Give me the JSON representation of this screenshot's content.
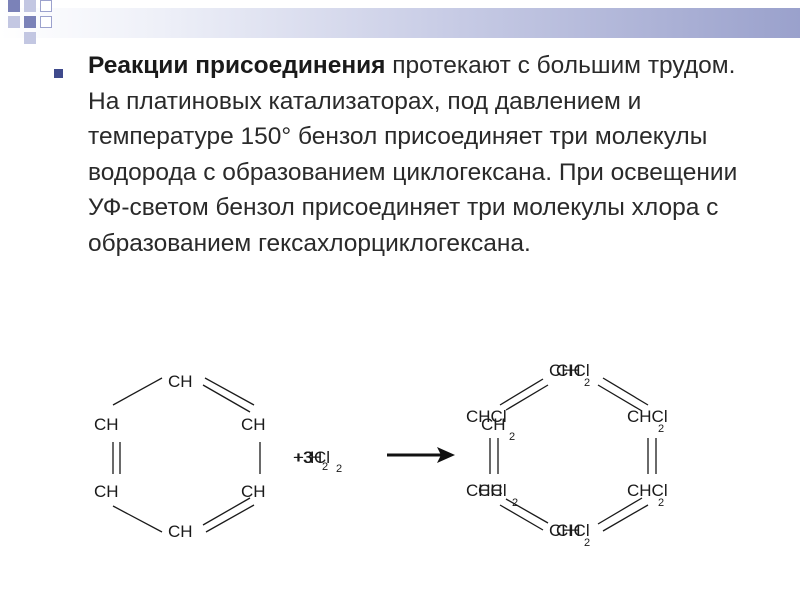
{
  "slide": {
    "bold_lead": "Реакции присоединения",
    "body_text": " протекают с большим трудом. На платиновых катализаторах, под давлением и температуре 150° бензол присоединяет три молекулы водорода с образованием циклогексана. При освещении УФ-светом бензол присоединяет три молекулы хлора с образованием гексахлорциклогексана."
  },
  "reaction": {
    "benzene": {
      "top": "CH",
      "upper_left": "CH",
      "upper_right": "CH",
      "lower_left": "CH",
      "lower_right": "CH",
      "bottom": "CH"
    },
    "reagent": {
      "layer_a": {
        "prefix": "+3",
        "formula": "H",
        "subscript": "2"
      },
      "layer_b": {
        "prefix": "+3",
        "formula": "Cl",
        "subscript": "2"
      }
    },
    "product": {
      "chcl_label": "CHCl",
      "ch2_label": "CH",
      "ch2_subscript": "2"
    }
  },
  "colors": {
    "bullet": "#3f4a8c",
    "band_end": "#9aa1cc"
  }
}
